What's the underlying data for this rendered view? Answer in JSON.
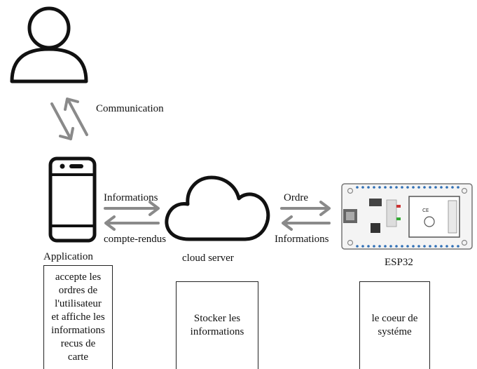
{
  "labels": {
    "communication": "Communication",
    "informations_left": "Informations",
    "compte_rendus": "compte-rendus",
    "ordre": "Ordre",
    "informations_right": "Informations",
    "application": "Application",
    "cloud_server": "cloud server",
    "esp32": "ESP32"
  },
  "boxes": {
    "application_desc": "accepte les\nordres de\nl'utilisateur\net affiche les\ninformations\nrecus de\ncarte",
    "cloud_desc": "Stocker les\ninformations",
    "esp32_desc": "le coeur de\nsystéme"
  },
  "colors": {
    "arrow": "#8a8a8a",
    "outline": "#222222",
    "board_blue": "#2f6fb5"
  },
  "icons": [
    "user-icon",
    "smartphone-icon",
    "cloud-icon",
    "esp32-board-icon"
  ]
}
